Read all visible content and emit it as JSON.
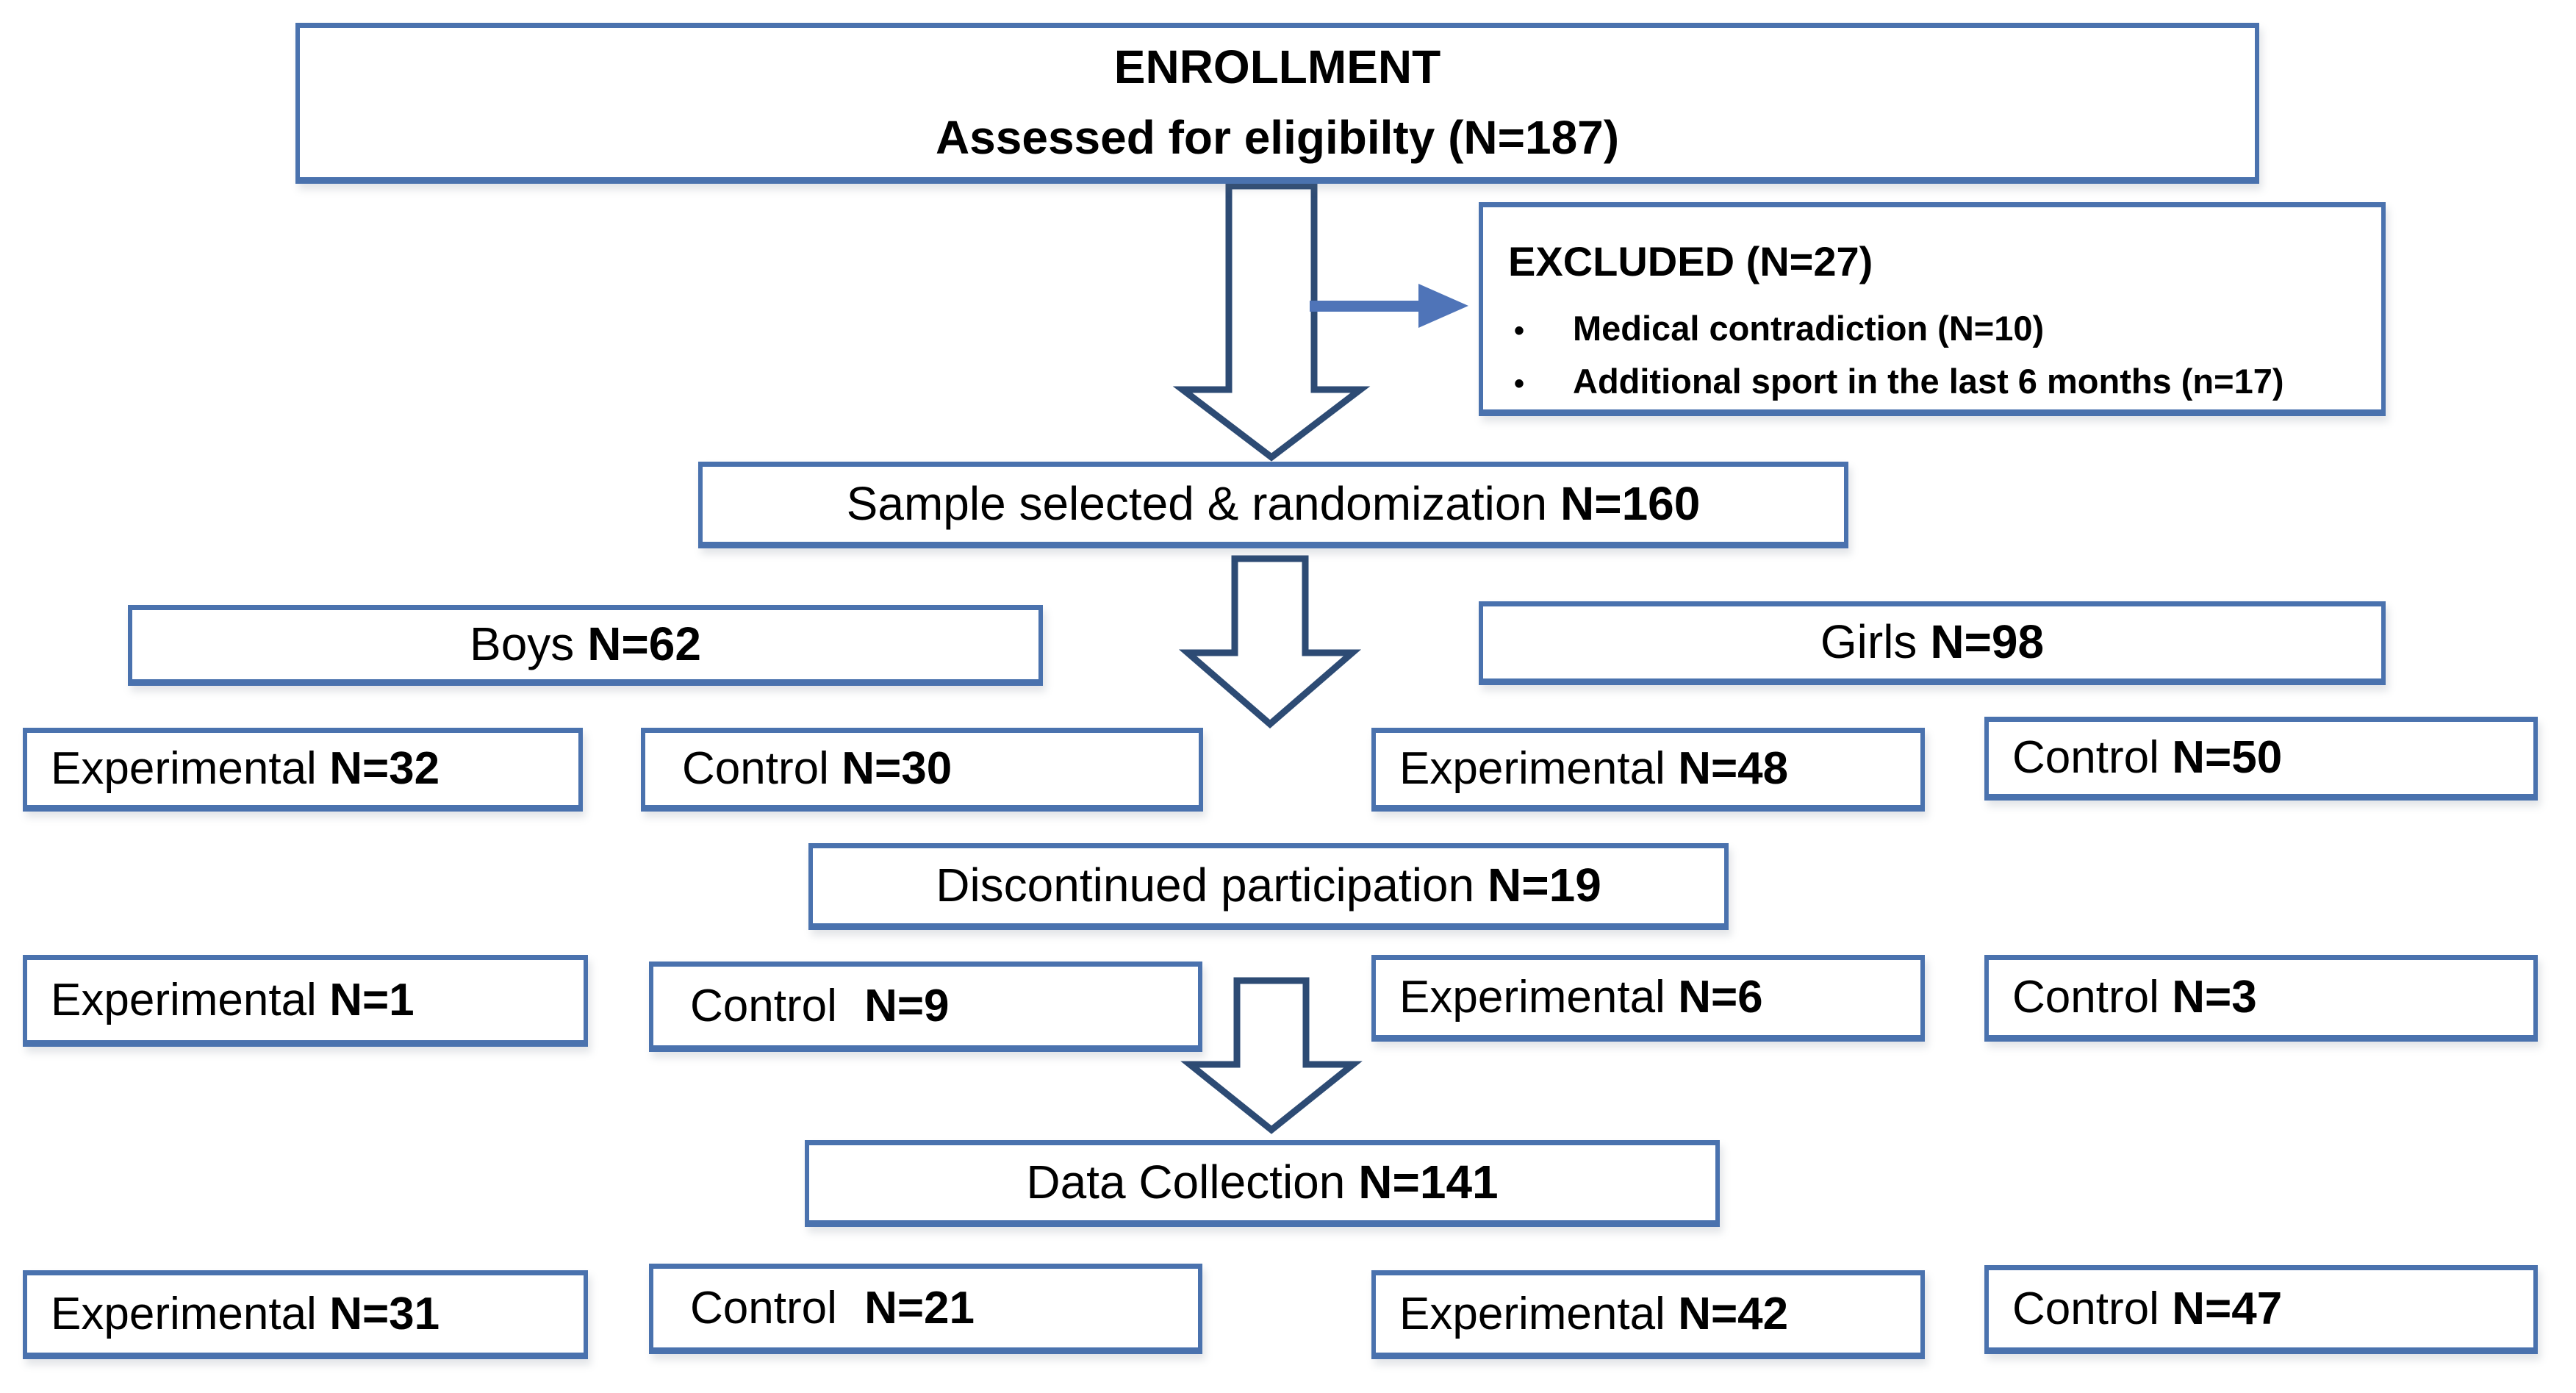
{
  "theme": {
    "box_border": "#4a72ae",
    "arrow_outline": "#2d4b74",
    "solid_arrow": "#4f74b8",
    "text": "#000000",
    "background": "#ffffff"
  },
  "diagram": {
    "enrollment": {
      "line1": "ENROLLMENT",
      "line2": "Assessed for eligibilty (N=187)"
    },
    "excluded": {
      "title": "EXCLUDED (N=27)",
      "bullet": "•",
      "items": [
        "Medical contradiction (N=10)",
        "Additional sport in the last 6 months (n=17)"
      ]
    },
    "randomization": {
      "label": "Sample selected & randomization",
      "n": "N=160"
    },
    "boys": {
      "label": "Boys",
      "n": "N=62"
    },
    "girls": {
      "label": "Girls",
      "n": "N=98"
    },
    "allocation": {
      "boys_experimental": {
        "label": "Experimental",
        "n": "N=32"
      },
      "boys_control": {
        "label": "Control",
        "n": "N=30"
      },
      "girls_experimental": {
        "label": "Experimental",
        "n": "N=48"
      },
      "girls_control": {
        "label": "Control",
        "n": "N=50"
      }
    },
    "discontinued": {
      "label": "Discontinued participation",
      "n": "N=19"
    },
    "dropout": {
      "boys_experimental": {
        "label": "Experimental",
        "n": "N=1"
      },
      "boys_control": {
        "label": "Control",
        "n": "N=9"
      },
      "girls_experimental": {
        "label": "Experimental",
        "n": "N=6"
      },
      "girls_control": {
        "label": "Control",
        "n": "N=3"
      }
    },
    "data_collection": {
      "label": "Data Collection",
      "n": "N=141"
    },
    "final": {
      "boys_experimental": {
        "label": "Experimental",
        "n": "N=31"
      },
      "boys_control": {
        "label": "Control",
        "n": "N=21"
      },
      "girls_experimental": {
        "label": "Experimental",
        "n": "N=42"
      },
      "girls_control": {
        "label": "Control",
        "n": "N=47"
      }
    }
  }
}
